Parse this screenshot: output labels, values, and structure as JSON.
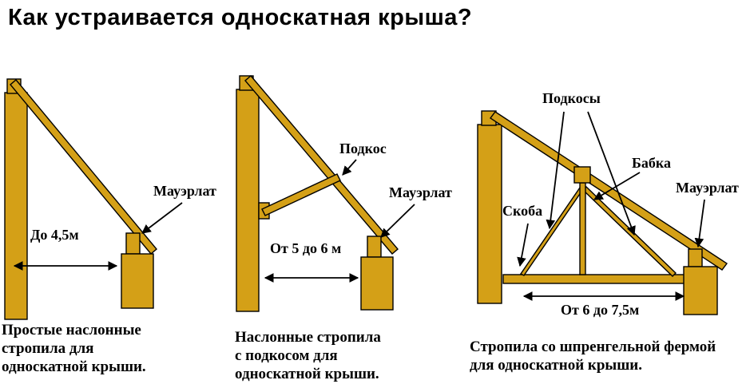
{
  "title": "Как устраивается односкатная крыша?",
  "colors": {
    "wood": "#D4A017",
    "outline": "#000000",
    "background": "#FFFFFF",
    "text": "#000000"
  },
  "panels": [
    {
      "name": "simple-rafters",
      "mauerlat_label": "Мауэрлат",
      "dimension": "До 4,5м",
      "caption": [
        "Простые наслонные",
        "стропила для",
        "односкатной крыши."
      ]
    },
    {
      "name": "rafters-with-strut",
      "podkos_label": "Подкос",
      "mauerlat_label": "Мауэрлат",
      "dimension": "От 5 до 6 м",
      "caption": [
        "Наслонные стропила",
        "с подкосом для",
        "односкатной крыши."
      ]
    },
    {
      "name": "rafters-with-truss",
      "podkosy_label": "Подкосы",
      "babka_label": "Бабка",
      "mauerlat_label": "Мауэрлат",
      "skoba_label": "Скоба",
      "dimension": "От 6 до 7,5м",
      "caption": [
        "Стропила со шпренгельной фермой",
        "для односкатной крыши."
      ]
    }
  ]
}
